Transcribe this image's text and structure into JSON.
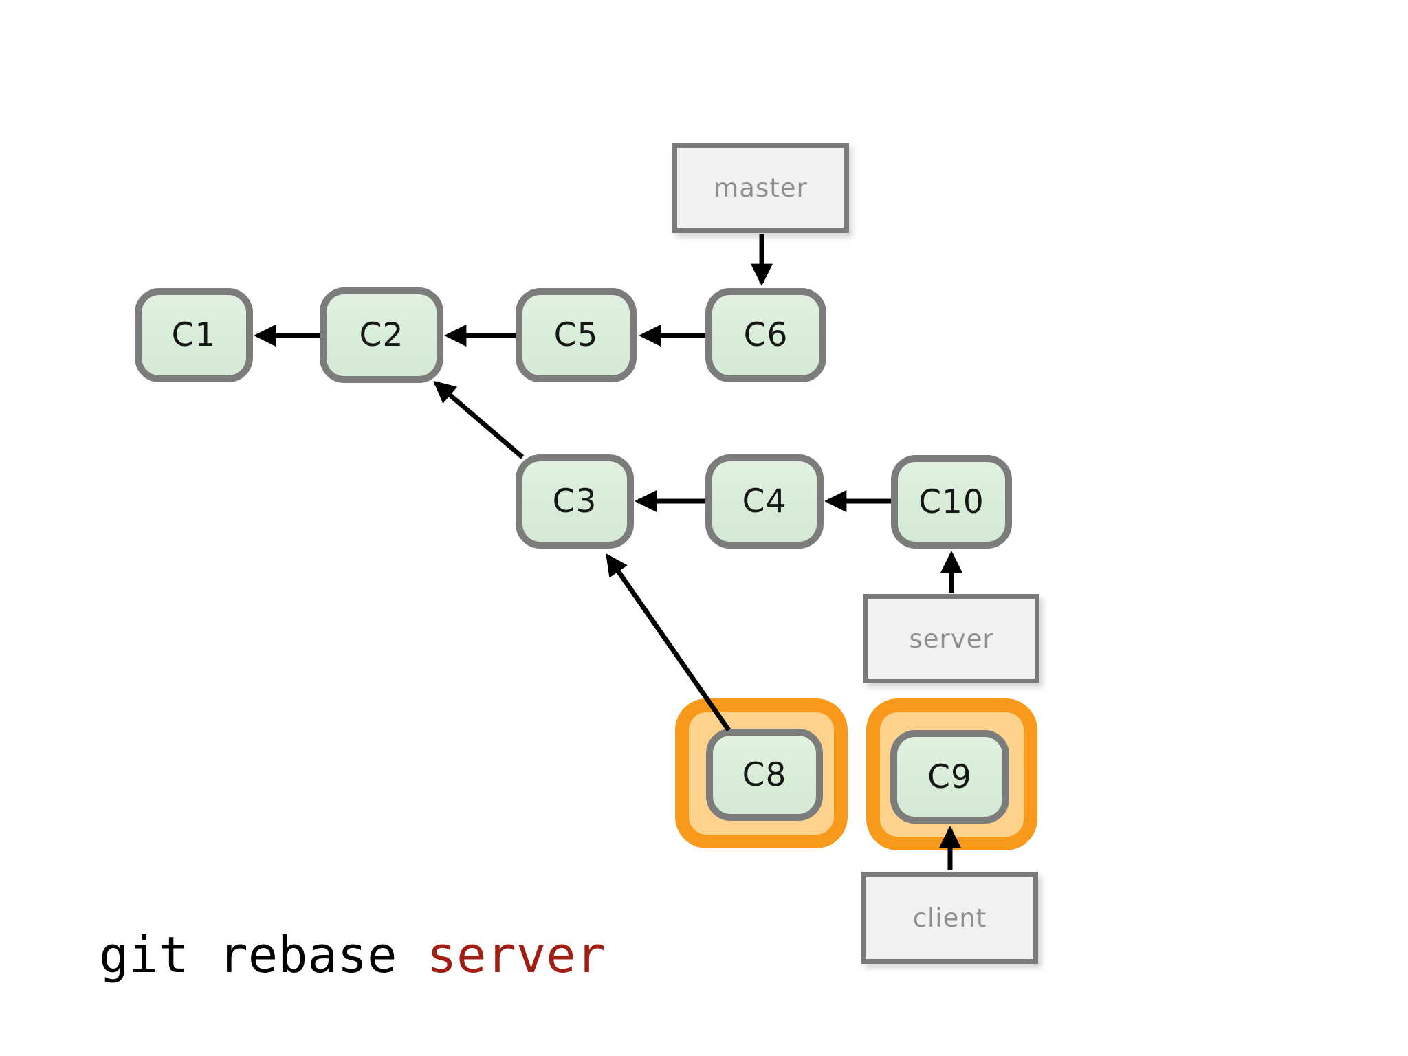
{
  "diagram": {
    "commits": [
      {
        "id": "C1",
        "label": "C1",
        "highlighted": false
      },
      {
        "id": "C2",
        "label": "C2",
        "highlighted": false
      },
      {
        "id": "C5",
        "label": "C5",
        "highlighted": false
      },
      {
        "id": "C6",
        "label": "C6",
        "highlighted": false
      },
      {
        "id": "C3",
        "label": "C3",
        "highlighted": false
      },
      {
        "id": "C4",
        "label": "C4",
        "highlighted": false
      },
      {
        "id": "C10",
        "label": "C10",
        "highlighted": false
      },
      {
        "id": "C8",
        "label": "C8",
        "highlighted": true
      },
      {
        "id": "C9",
        "label": "C9",
        "highlighted": true
      }
    ],
    "branch_labels": [
      {
        "id": "master",
        "text": "master"
      },
      {
        "id": "server",
        "text": "server"
      },
      {
        "id": "client",
        "text": "client"
      }
    ],
    "edges": [
      {
        "from": "C2",
        "to": "C1"
      },
      {
        "from": "C5",
        "to": "C2"
      },
      {
        "from": "C6",
        "to": "C5"
      },
      {
        "from": "C3",
        "to": "C2"
      },
      {
        "from": "C4",
        "to": "C3"
      },
      {
        "from": "C10",
        "to": "C4"
      },
      {
        "from": "C8",
        "to": "C3"
      },
      {
        "from": "C9",
        "to": "C8"
      },
      {
        "from": "master",
        "to": "C6"
      },
      {
        "from": "server",
        "to": "C10"
      },
      {
        "from": "client",
        "to": "C9"
      }
    ],
    "command": {
      "prefix": "git rebase ",
      "argument": "server"
    },
    "colors": {
      "commit_fill": "#d8edd8",
      "commit_border": "#7c7c7c",
      "highlight_border": "#f8991c",
      "highlight_fill": "#fcd28d",
      "label_fill": "#f2f1f0",
      "label_border": "#7b7b7b",
      "label_text": "#8f8f8f",
      "arrow": "#000000",
      "command_prefix_color": "#000000",
      "command_argument_color": "#a01e12",
      "background": "#ffffff"
    }
  }
}
